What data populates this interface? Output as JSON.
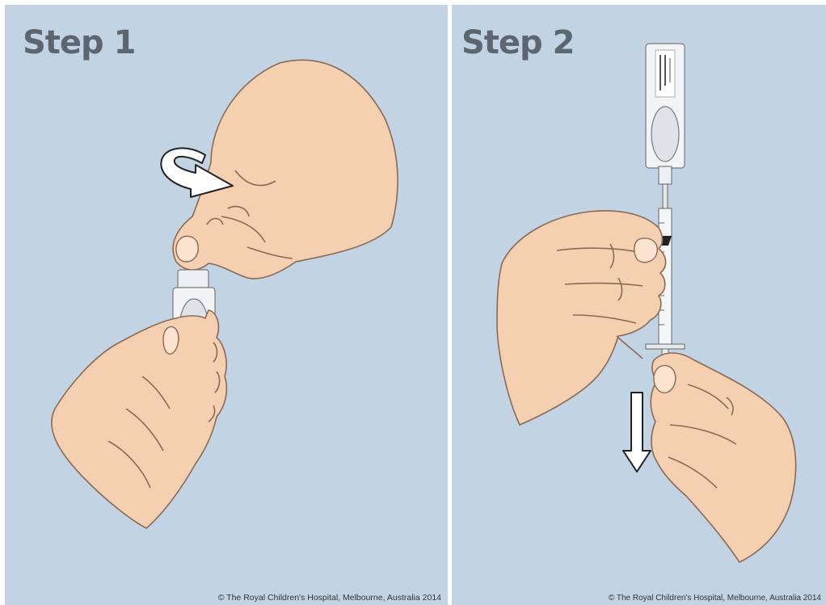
{
  "colors": {
    "background": "#c2d3e3",
    "skin": "#f4cfb0",
    "outline": "#8a6a55",
    "title": "#5b6670"
  },
  "steps": [
    {
      "title": "Step 1",
      "credit": "© The Royal Children's Hospital, Melbourne, Australia 2014",
      "arrow_icon": "rotate-arrow-icon"
    },
    {
      "title": "Step 2",
      "credit": "© The Royal Children's Hospital, Melbourne, Australia 2014",
      "arrow_icon": "arrow-down-icon"
    }
  ]
}
